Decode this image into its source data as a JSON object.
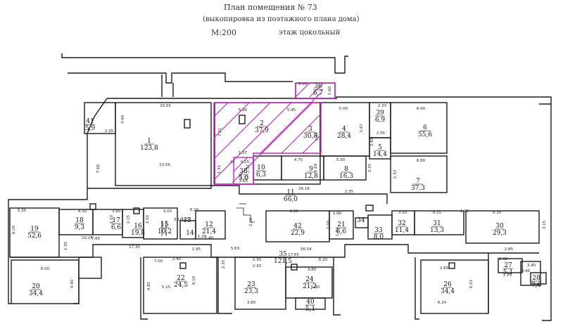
{
  "header": {
    "title": "План помещения № 73",
    "subtitle": "(выкопировка из поэтажного плана дома)",
    "scale": "М:200",
    "floor": "этаж  цокольный"
  },
  "rooms": [
    {
      "n": "41",
      "a": "5,9"
    },
    {
      "n": "1",
      "a": "123,8"
    },
    {
      "n": "2",
      "a": "37,9"
    },
    {
      "n": "3",
      "a": "30,8"
    },
    {
      "n": "36",
      "a": "6,7"
    },
    {
      "n": "4",
      "a": "28,4"
    },
    {
      "n": "39",
      "a": "6,9"
    },
    {
      "n": "5",
      "a": "14,4"
    },
    {
      "n": "6",
      "a": "55,6"
    },
    {
      "n": "7",
      "a": "37,3"
    },
    {
      "n": "8",
      "a": "16,3"
    },
    {
      "n": "9",
      "a": "12,8"
    },
    {
      "n": "10",
      "a": "6,3"
    },
    {
      "n": "38",
      "a": "5,0"
    },
    {
      "n": "11",
      "a": "66,0"
    },
    {
      "n": "19",
      "a": "52,6"
    },
    {
      "n": "18",
      "a": "9,3"
    },
    {
      "n": "17",
      "a": "6,6"
    },
    {
      "n": "16",
      "a": "19,8"
    },
    {
      "n": "15",
      "a": "10,2"
    },
    {
      "n": "13",
      "a": ""
    },
    {
      "n": "14",
      "a": ""
    },
    {
      "n": "12",
      "a": "21,4"
    },
    {
      "n": "42",
      "a": "22,9"
    },
    {
      "n": "21",
      "a": "6,6"
    },
    {
      "n": "34",
      "a": ""
    },
    {
      "n": "33",
      "a": "8,0"
    },
    {
      "n": "32",
      "a": "11,4"
    },
    {
      "n": "31",
      "a": "13,3"
    },
    {
      "n": "30",
      "a": "29,3"
    },
    {
      "n": "35",
      "a": "121,5"
    },
    {
      "n": "20",
      "a": "34,4"
    },
    {
      "n": "22",
      "a": "24,5"
    },
    {
      "n": "23",
      "a": "23,3"
    },
    {
      "n": "24",
      "a": "21,2"
    },
    {
      "n": "40",
      "a": "5,1"
    },
    {
      "n": "26",
      "a": "34,4"
    },
    {
      "n": "27",
      "a": "5,1"
    },
    {
      "n": "28",
      "a": "7,6"
    }
  ],
  "dims": [
    "10.55",
    "3.90",
    "2.35",
    "13.56",
    "7.66",
    "5.90",
    "5.45",
    "5.00",
    "2.33",
    "6.40",
    "4.00",
    "1.60",
    "7.31",
    "5.67",
    "5.87",
    "2.55",
    "2.80",
    "6.80",
    "5.33",
    "1.37",
    "4.75",
    "5.30",
    "1.31",
    "2.33",
    "2.05",
    "2.69",
    "2.35",
    "2.60",
    "26.18",
    "2.35",
    "5.35",
    "4.30",
    "3.90",
    "3.00",
    "1.70",
    "1.40",
    "6.20",
    "6.55",
    "2.90",
    "3.50",
    "4.15",
    "1.29",
    "9.30",
    "3.15",
    "6.10",
    "7.65",
    "10.25",
    "17.30",
    "1.95",
    "5.63",
    "56.54",
    "17.65",
    "6.20",
    "2.40",
    "7.00",
    "2.35",
    "2.30",
    "2.20",
    "3.80",
    "5.80",
    "3.80",
    "2.85",
    "2.38",
    "2.65",
    "6.01",
    "6.24",
    "3.40",
    "1.75",
    "3.40",
    "6.50",
    "4.90",
    "4.85",
    "5.15",
    "6.10",
    "1.30",
    "1.50",
    "2.15",
    "2.50",
    "1.20",
    "3.10",
    "2.00",
    "1.80",
    "21",
    "0.15",
    "1.37"
  ],
  "colors": {
    "wall": "#1a1a1a",
    "highlight": "#cc22cc"
  }
}
